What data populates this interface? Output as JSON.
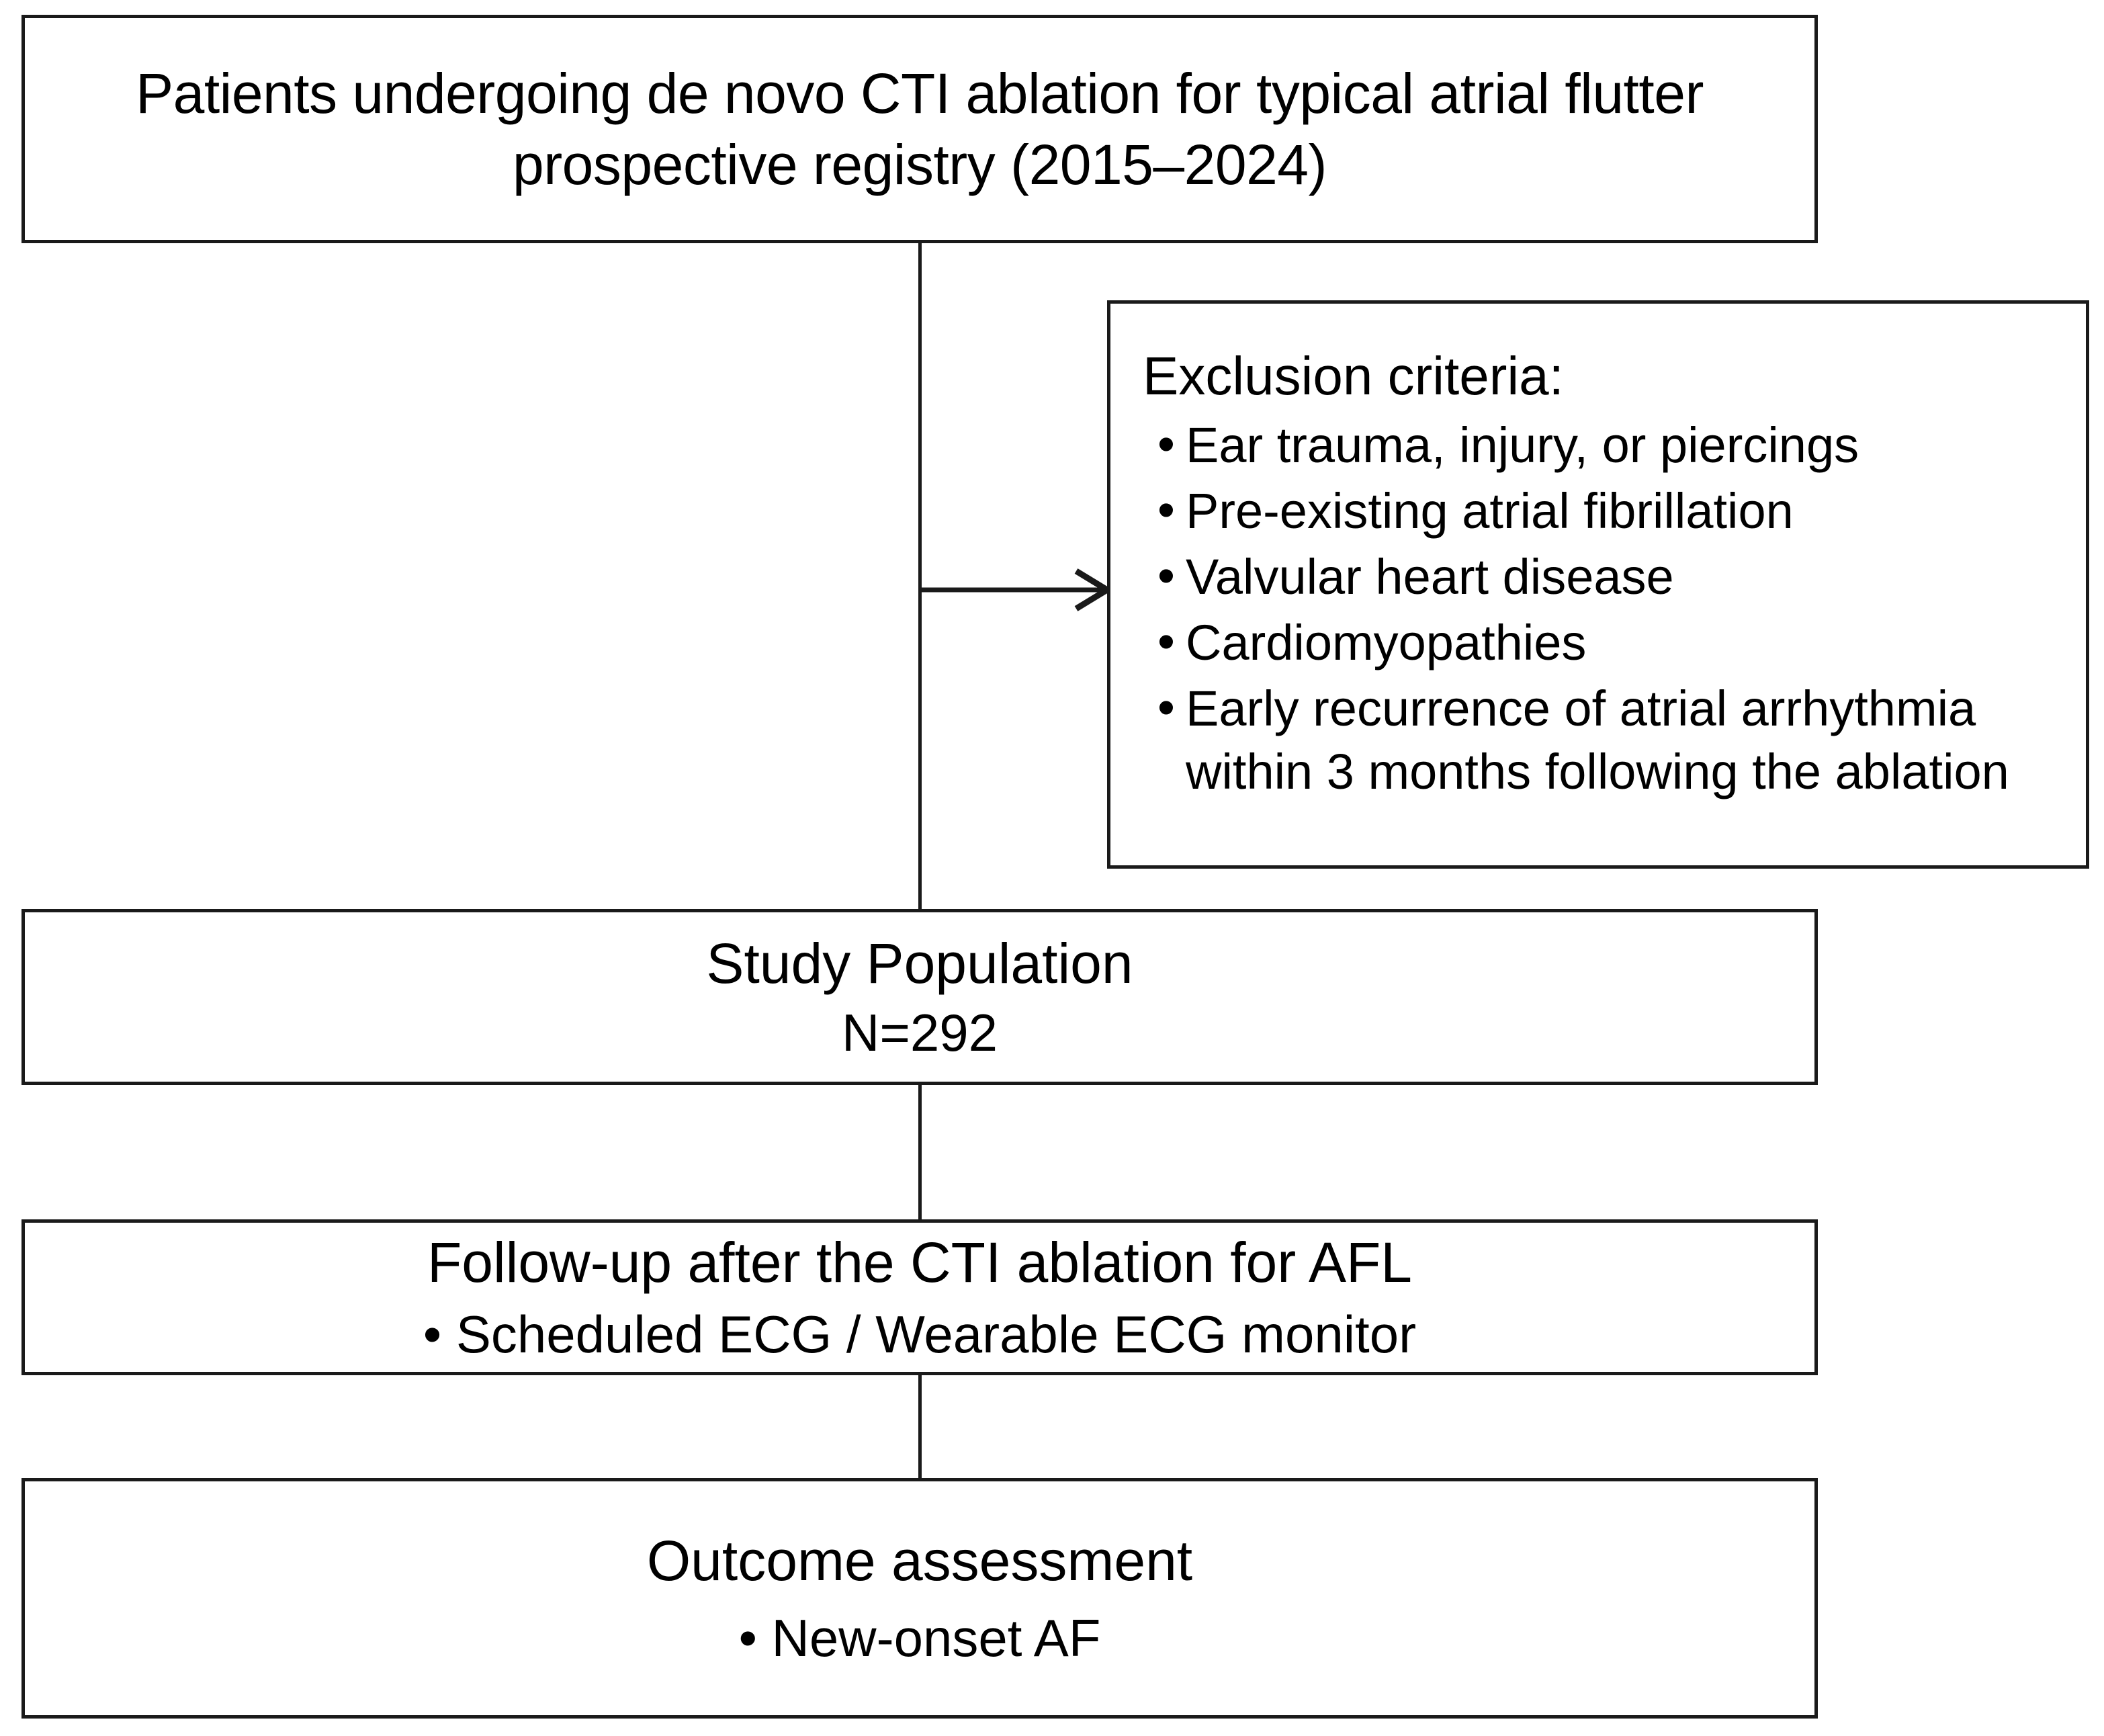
{
  "diagram": {
    "type": "flowchart",
    "title": "Study flow diagram",
    "orientation": "vertical",
    "line_color": "#1a1a1a",
    "background_color": "#ffffff"
  },
  "source_box": {
    "line1": "Patients undergoing de novo CTI ablation for typical atrial flutter",
    "line2": "prospective registry (2015–2024)"
  },
  "exclusion_box": {
    "title": "Exclusion criteria:",
    "bullet_glyph": "•",
    "items": [
      {
        "line1": "Ear trauma, injury, or piercings",
        "line2": ""
      },
      {
        "line1": "Pre-existing atrial fibrillation",
        "line2": ""
      },
      {
        "line1": "Valvular heart disease",
        "line2": ""
      },
      {
        "line1": "Cardiomyopathies",
        "line2": ""
      },
      {
        "line1": "Early recurrence of atrial arrhythmia",
        "line2": "within 3 months following the ablation"
      }
    ]
  },
  "population_box": {
    "line1": "Study Population",
    "line2": "N=292"
  },
  "followup_box": {
    "line1": "Follow-up after the CTI ablation for AFL",
    "line2": "• Scheduled ECG / Wearable ECG monitor"
  },
  "outcome_box": {
    "line1": "Outcome assessment",
    "line2": "• New-onset AF"
  },
  "connectors": {
    "source_to_population": "vertical-line",
    "population_to_followup": "vertical-line",
    "followup_to_outcome": "vertical-line",
    "branch_to_exclusion": "right-arrow"
  }
}
